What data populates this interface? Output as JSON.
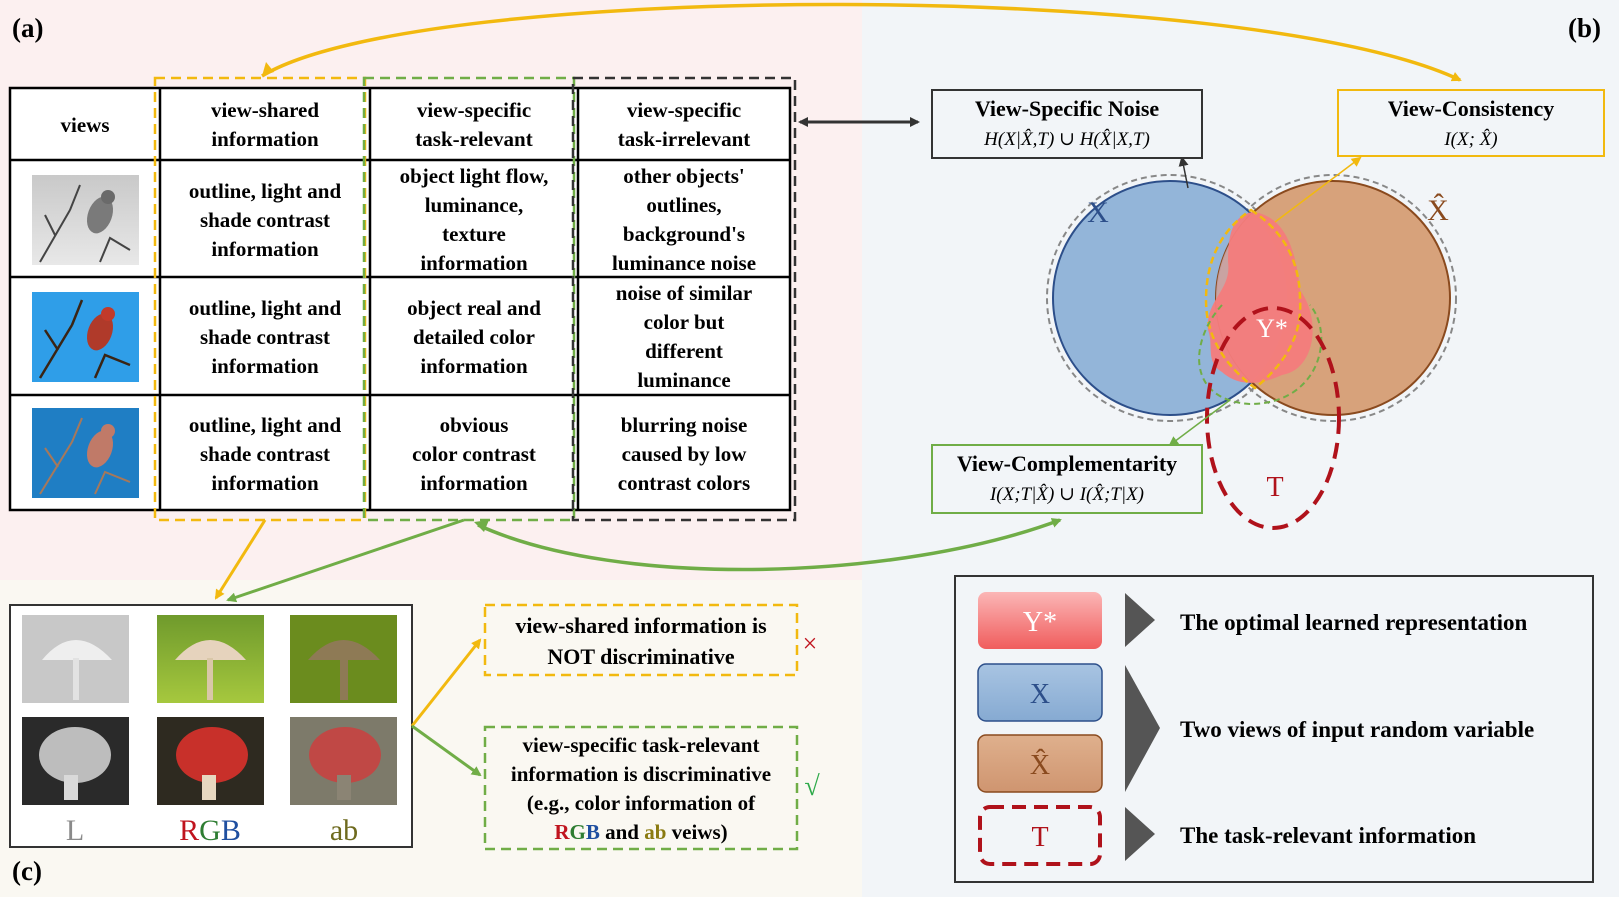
{
  "panel_labels": {
    "a": "(a)",
    "b": "(b)",
    "c": "(c)"
  },
  "table": {
    "headers": [
      [
        "views"
      ],
      [
        "view-shared",
        "information"
      ],
      [
        "view-specific",
        "task-relevant"
      ],
      [
        "view-specific",
        "task-irrelevant"
      ]
    ],
    "rows": [
      {
        "shared": [
          "outline, light and",
          "shade contrast",
          "information"
        ],
        "relevant": [
          "object light flow,",
          "luminance,",
          "texture",
          "information"
        ],
        "irrelevant": [
          "other objects'",
          "outlines,",
          "background's",
          "luminance noise"
        ]
      },
      {
        "shared": [
          "outline, light and",
          "shade contrast",
          "information"
        ],
        "relevant": [
          "object real and",
          "detailed color",
          "information"
        ],
        "irrelevant": [
          "noise of similar",
          "color but",
          "different",
          "luminance"
        ]
      },
      {
        "shared": [
          "outline, light and",
          "shade contrast",
          "information"
        ],
        "relevant": [
          "obvious",
          "color contrast",
          "information"
        ],
        "irrelevant": [
          "blurring noise",
          "caused by low",
          "contrast colors"
        ]
      }
    ]
  },
  "venn": {
    "x_label": "X",
    "xhat_label": "X̂",
    "y_label": "Y*",
    "t_label": "T"
  },
  "boxes": {
    "noise": {
      "title": "View-Specific Noise",
      "formula": "H(X|X̂,T) ∪ H(X̂|X,T)"
    },
    "consistency": {
      "title": "View-Consistency",
      "formula": "I(X; X̂)"
    },
    "complementarity": {
      "title": "View-Complementarity",
      "formula": "I(X;T|X̂) ∪ I(X̂;T|X)"
    }
  },
  "legend": {
    "y_swatch": "Y*",
    "x_swatch": "X",
    "xhat_swatch": "X̂",
    "t_swatch": "T",
    "y_text": "The optimal learned representation",
    "x_text": "Two views of input random variable",
    "t_text": "The task-relevant information"
  },
  "panel_c": {
    "view_labels": {
      "L": "L",
      "R": "R",
      "G": "G",
      "B": "B",
      "ab": "ab"
    },
    "shared_box": [
      "view-shared information is",
      "NOT discriminative"
    ],
    "cross_mark": "×",
    "specific_box": {
      "lines": [
        "view-specific task-relevant",
        "information is discriminative",
        "(e.g., color information of"
      ],
      "last_line": {
        "r": "R",
        "g": "G",
        "b": "B",
        "and": " and ",
        "ab": "ab",
        "rest": " veiws)"
      }
    },
    "check_mark": "√"
  },
  "colors": {
    "panel_a_bg": "#fcf0f0",
    "panel_b_bg": "#f2f5f8",
    "panel_c_bg": "#faf8f2",
    "yellow": "#f2b90f",
    "green": "#70ad47",
    "dark": "#333333",
    "x_blue": "#93b5d9",
    "xhat_brown": "#d7a27b",
    "y_red": "#f47c7c",
    "t_red": "#b0121b"
  }
}
